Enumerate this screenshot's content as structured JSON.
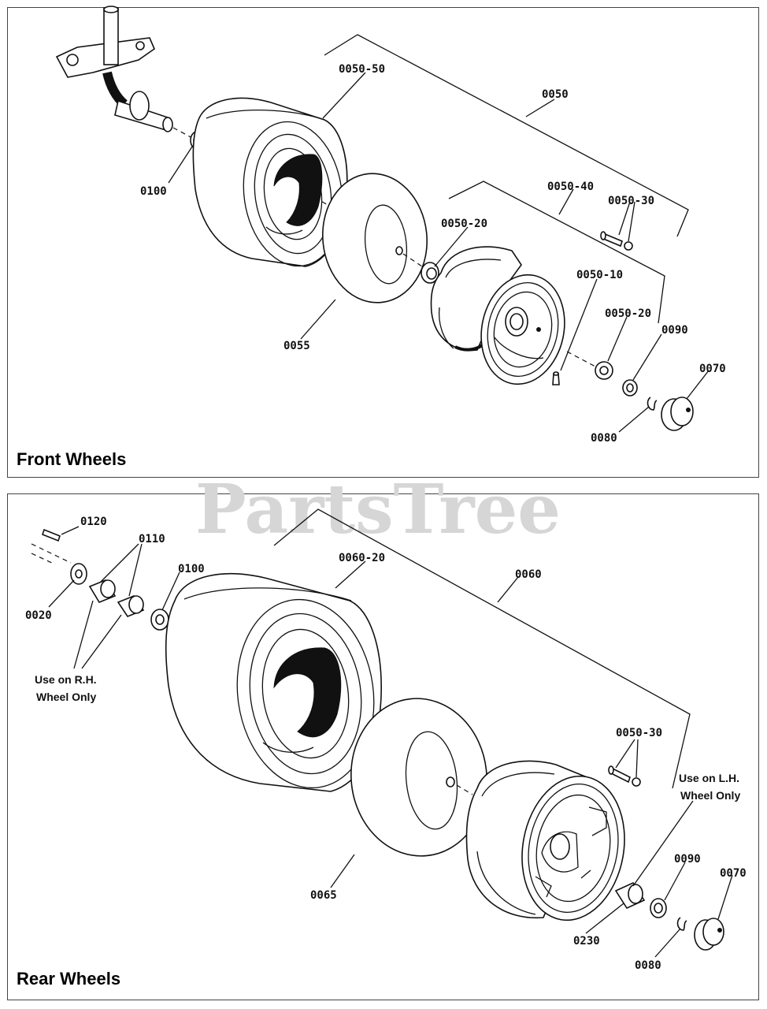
{
  "watermark": "PartsTree",
  "front": {
    "title": "Front Wheels",
    "labels": {
      "p0050_50": "0050-50",
      "p0050": "0050",
      "p0100": "0100",
      "p0050_40": "0050-40",
      "p0050_30": "0050-30",
      "p0050_20a": "0050-20",
      "p0050_10": "0050-10",
      "p0050_20b": "0050-20",
      "p0090": "0090",
      "p0055": "0055",
      "p0070": "0070",
      "p0080": "0080"
    }
  },
  "rear": {
    "title": "Rear Wheels",
    "labels": {
      "p0120": "0120",
      "p0110": "0110",
      "p0100": "0100",
      "p0060_20": "0060-20",
      "p0060": "0060",
      "p0020": "0020",
      "p0050_30": "0050-30",
      "p0065": "0065",
      "p0090": "0090",
      "p0070": "0070",
      "p0230": "0230",
      "p0080": "0080"
    },
    "note_rh_line1": "Use on R.H.",
    "note_rh_line2": "Wheel Only",
    "note_lh_line1": "Use on L.H.",
    "note_lh_line2": "Wheel Only"
  }
}
